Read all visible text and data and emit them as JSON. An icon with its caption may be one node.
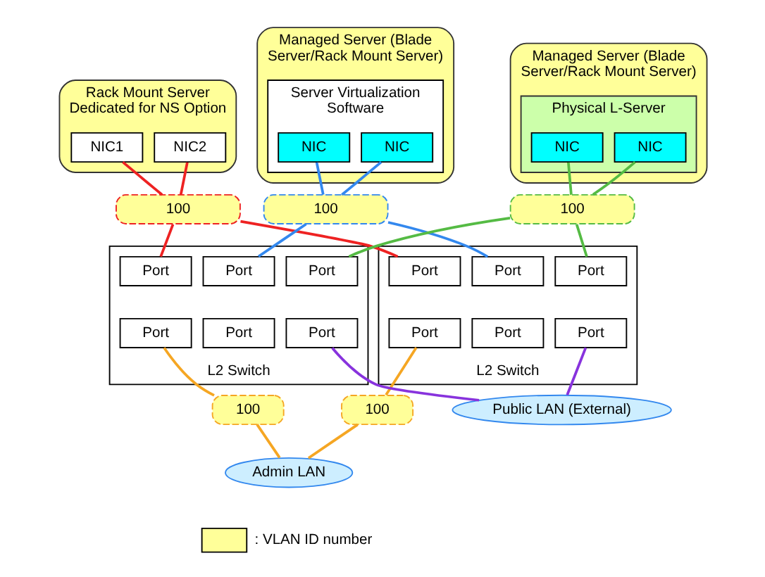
{
  "diagram": {
    "nodes": [
      {
        "text": [
          "Rack Mount Server",
          "Dedicated for NS Option"
        ]
      },
      {
        "text": [
          "NIC1"
        ],
        "in": 0
      },
      {
        "text": [
          "NIC2"
        ],
        "in": 0
      },
      {
        "text": [
          "Managed Server (Blade Server/Rack Mount Server)"
        ]
      },
      {
        "text": [
          "Server Virtualization Software"
        ],
        "in": 3
      },
      {
        "text": [
          "NIC"
        ],
        "in": 4
      },
      {
        "text": [
          "NIC"
        ],
        "in": 4
      },
      {
        "text": [
          "Managed Server (Blade Server/Rack Mount Server)"
        ]
      },
      {
        "text": [
          "Physical L-Server"
        ],
        "in": 7
      },
      {
        "text": [
          "NIC"
        ],
        "in": 8
      },
      {
        "text": [
          "NIC"
        ],
        "in": 8
      },
      {
        "text": [
          "100"
        ]
      },
      {
        "text": [
          "100"
        ]
      },
      {
        "text": [
          "100"
        ]
      },
      {
        "text": [
          "L2 Switch"
        ]
      },
      {
        "text": [
          "Port"
        ],
        "in": 14
      },
      {
        "text": [
          "Port"
        ],
        "in": 14
      },
      {
        "text": [
          "Port"
        ],
        "in": 14
      },
      {
        "text": [
          "Port"
        ],
        "in": 14
      },
      {
        "text": [
          "Port"
        ],
        "in": 14
      },
      {
        "text": [
          "Port"
        ],
        "in": 14
      },
      {
        "text": [
          "L2 Switch"
        ]
      },
      {
        "text": [
          "Port"
        ],
        "in": 21
      },
      {
        "text": [
          "Port"
        ],
        "in": 21
      },
      {
        "text": [
          "Port"
        ],
        "in": 21
      },
      {
        "text": [
          "Port"
        ],
        "in": 21
      },
      {
        "text": [
          "Port"
        ],
        "in": 21
      },
      {
        "text": [
          "Port"
        ],
        "in": 21
      },
      {
        "text": [
          "100"
        ]
      },
      {
        "text": [
          "100"
        ]
      },
      {
        "text": [
          "Admin LAN"
        ]
      },
      {
        "text": [
          "Public LAN (External)"
        ]
      }
    ],
    "edges": [
      {
        "from": 1,
        "to": 11,
        "arrow": "none",
        "color": "#ee2222"
      },
      {
        "from": 11,
        "to": 15,
        "arrow": "none",
        "color": "#ee2222"
      },
      {
        "from": 2,
        "to": 11,
        "arrow": "none",
        "color": "#ee2222"
      },
      {
        "from": 11,
        "to": 22,
        "arrow": "none",
        "color": "#ee2222"
      },
      {
        "from": 5,
        "to": 12,
        "arrow": "none",
        "color": "#3388ee"
      },
      {
        "from": 12,
        "to": 16,
        "arrow": "none",
        "color": "#3388ee"
      },
      {
        "from": 6,
        "to": 12,
        "arrow": "none",
        "color": "#3388ee"
      },
      {
        "from": 12,
        "to": 23,
        "arrow": "none",
        "color": "#3388ee"
      },
      {
        "from": 9,
        "to": 13,
        "arrow": "none",
        "color": "#55bb44"
      },
      {
        "from": 13,
        "to": 17,
        "arrow": "none",
        "color": "#55bb44"
      },
      {
        "from": 10,
        "to": 13,
        "arrow": "none",
        "color": "#55bb44"
      },
      {
        "from": 13,
        "to": 24,
        "arrow": "none",
        "color": "#55bb44"
      },
      {
        "from": 18,
        "to": 28,
        "arrow": "none",
        "color": "#f5a623"
      },
      {
        "from": 28,
        "to": 30,
        "arrow": "none",
        "color": "#f5a623"
      },
      {
        "from": 25,
        "to": 29,
        "arrow": "none",
        "color": "#f5a623"
      },
      {
        "from": 29,
        "to": 30,
        "arrow": "none",
        "color": "#f5a623"
      },
      {
        "from": 20,
        "to": 31,
        "arrow": "none",
        "color": "#8833dd"
      },
      {
        "from": 27,
        "to": 31,
        "arrow": "none",
        "color": "#8833dd"
      }
    ],
    "legend": [
      {
        "text": ": VLAN ID number",
        "color": "#ffff99"
      }
    ]
  }
}
